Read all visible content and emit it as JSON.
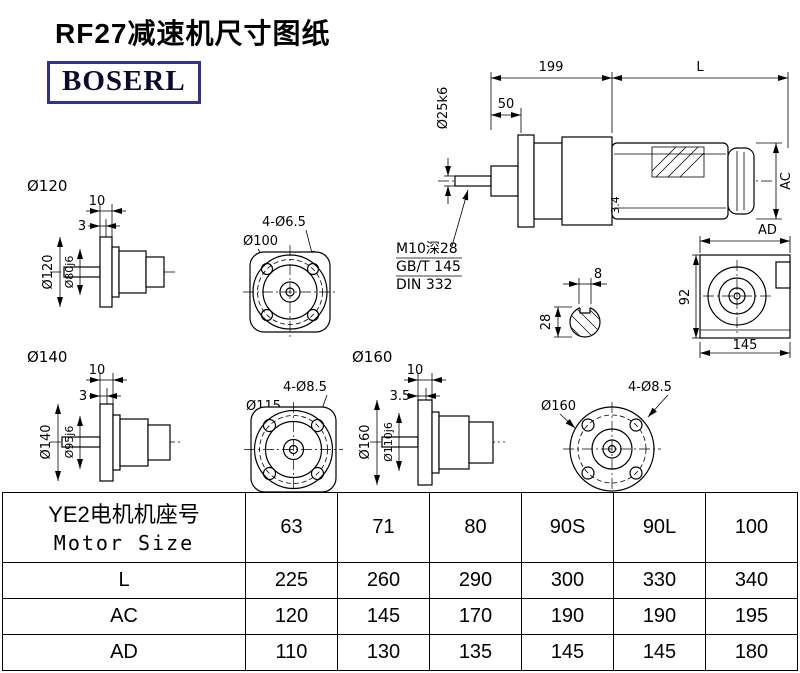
{
  "page": {
    "title": "RF27减速机尺寸图纸",
    "logo_text": "BOSERL"
  },
  "main_view": {
    "dim_length_gear": "199",
    "dim_length_motor": "L",
    "dim_shaft_length": "50",
    "dim_shaft_dia": "Ø25k6",
    "dim_motor_dia": "AC",
    "dim_step": "3.4",
    "note_tap": "M10深28",
    "note_gb": "GB/T 145",
    "note_din": "DIN 332"
  },
  "flange120_view": {
    "label": "Ø120",
    "dim_10": "10",
    "dim_3": "3",
    "dim_flange_dia": "Ø120",
    "dim_spigot_dia": "Ø80j6"
  },
  "front100_view": {
    "dim_holes": "4-Ø6.5",
    "dim_bolt_circle": "Ø100"
  },
  "rear_view": {
    "dim_ad": "AD",
    "dim_92": "92",
    "dim_145": "145"
  },
  "key_section_view": {
    "dim_key_width": "8",
    "dim_height": "28"
  },
  "flange140_view": {
    "label": "Ø140",
    "dim_10": "10",
    "dim_3": "3",
    "dim_flange_dia": "Ø140",
    "dim_spigot_dia": "Ø95j6"
  },
  "front115_view": {
    "dim_holes": "4-Ø8.5",
    "dim_bolt_circle": "Ø115"
  },
  "flange160_view": {
    "label": "Ø160",
    "dim_10": "10",
    "dim_35": "3.5",
    "dim_flange_dia": "Ø160",
    "dim_spigot_dia": "Ø110j6"
  },
  "front160_view": {
    "dim_holes": "4-Ø8.5",
    "dim_bolt_circle": "Ø160"
  },
  "table": {
    "header_cn": "YE2电机机座号",
    "header_en": "Motor Size",
    "motor_sizes": [
      "63",
      "71",
      "80",
      "90S",
      "90L",
      "100"
    ],
    "rows": [
      {
        "label": "L",
        "values": [
          "225",
          "260",
          "290",
          "300",
          "330",
          "340"
        ]
      },
      {
        "label": "AC",
        "values": [
          "120",
          "145",
          "170",
          "190",
          "190",
          "195"
        ]
      },
      {
        "label": "AD",
        "values": [
          "110",
          "130",
          "135",
          "145",
          "145",
          "180"
        ]
      }
    ]
  }
}
